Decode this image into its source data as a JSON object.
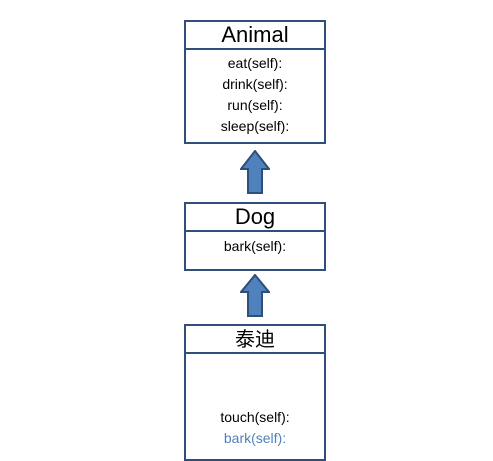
{
  "diagram": {
    "colors": {
      "box_border": "#2f4e79",
      "arrow_fill": "#4f81bd",
      "arrow_stroke": "#2f4e79",
      "inherited_method": "#4f81bd"
    },
    "classes": [
      {
        "name": "Animal",
        "methods": [
          "eat(self):",
          "drink(self):",
          "run(self):",
          "sleep(self):"
        ]
      },
      {
        "name": "Dog",
        "methods": [
          "bark(self):"
        ]
      },
      {
        "name": "泰迪",
        "methods": [
          "touch(self):",
          "bark(self):"
        ],
        "inherited_methods": [
          "bark(self):"
        ]
      }
    ],
    "arrows": [
      {
        "from": "Dog",
        "to": "Animal",
        "icon": "arrow-up-icon"
      },
      {
        "from": "泰迪",
        "to": "Dog",
        "icon": "arrow-up-icon"
      }
    ]
  }
}
